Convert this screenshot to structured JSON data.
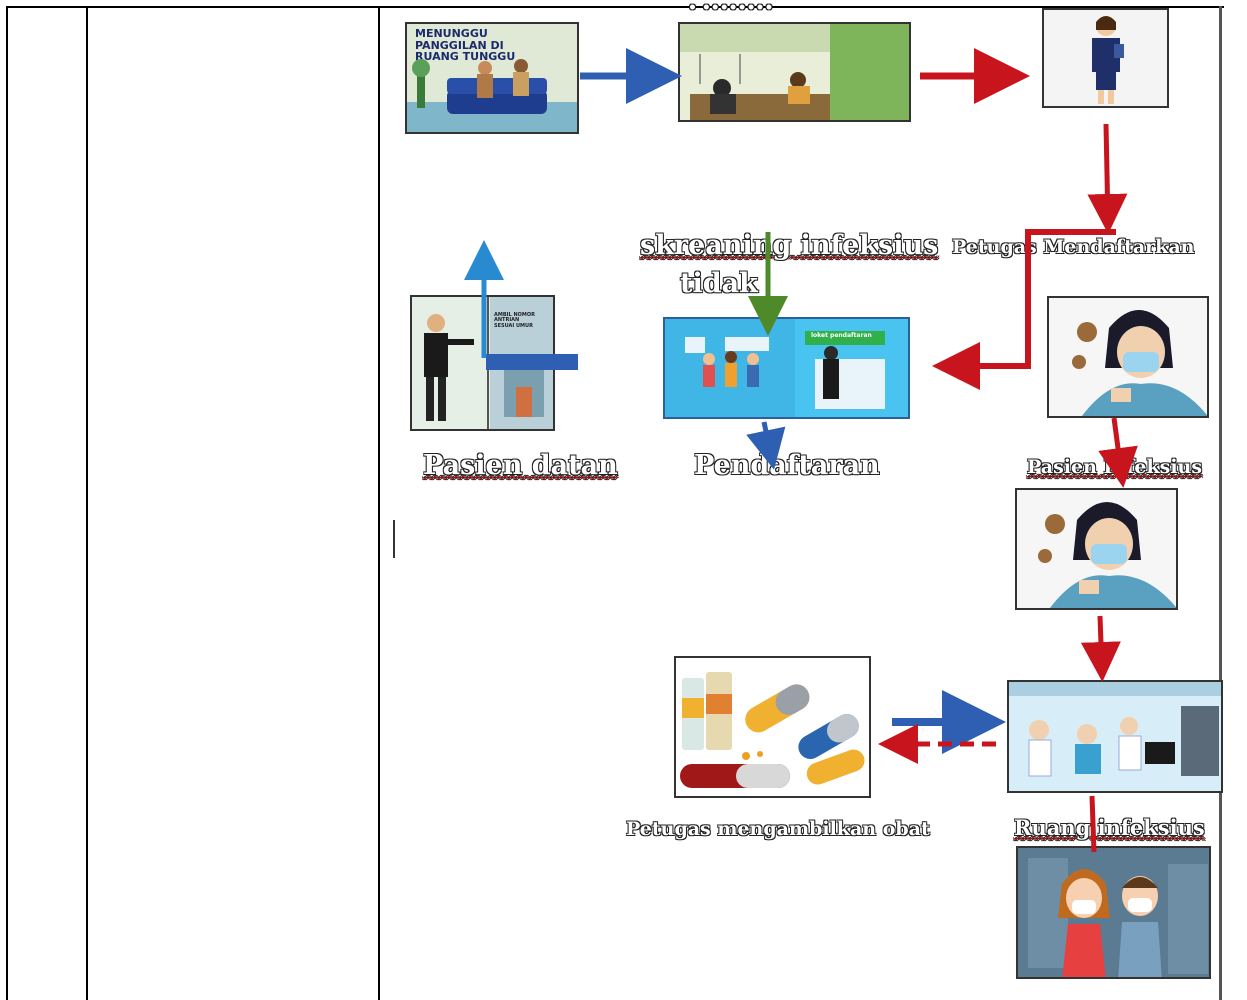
{
  "nodes": {
    "waiting_room": {
      "label": "MENUNGGU\nPANGGILAN DI\nRUANG TUNGGU"
    },
    "queue_ticket": {
      "label": "AMBIL NOMOR\nANTRIAN\nSESUAI UMUR"
    },
    "registration_desk": {
      "label": "loket pendaftaran"
    },
    "top_text_fragment": "• ••••••••"
  },
  "captions": {
    "petugas_mendaftarkan": "Petugas Mendaftarkan",
    "skreaning_infeksius": "skreaning infeksius",
    "tidak": "tidak",
    "pasien_datang": "Pasien datan",
    "pendaftaran": "Pendaftaran",
    "pasien_infeksius": "Pasien Infeksius",
    "petugas_obat": "Petugas mengambilkan obat",
    "ruang_infeksius": "Ruang infeksius"
  },
  "colors": {
    "blue_arrow": "#2e5fb3",
    "red_arrow": "#c8141c",
    "green_arrow": "#4f8a2a",
    "light_blue_arrow": "#2a8ad0",
    "scene_blue": "#3fb6e6"
  }
}
